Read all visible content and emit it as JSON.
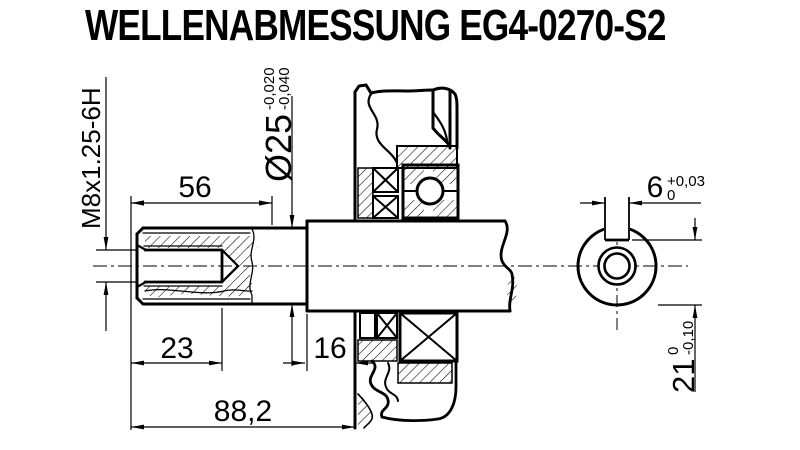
{
  "title": "WELLENABMESSUNG EG4-0270-S2",
  "colors": {
    "ink": "#000000",
    "paper": "#ffffff"
  },
  "side_view": {
    "thread_spec": "M8x1.25-6H",
    "stub_length": "56",
    "diameter": "Ø25",
    "diameter_tol_upper": "-0,020",
    "diameter_tol_lower": "-0,040",
    "thread_depth": "23",
    "collar_length": "16",
    "overall_length": "88,2"
  },
  "end_view": {
    "keyway_width": "6",
    "keyway_width_tol_upper": "+0,03",
    "keyway_width_tol_lower": "0",
    "keyway_height": "21",
    "keyway_height_tol_upper": "0",
    "keyway_height_tol_lower": "-0,10"
  }
}
